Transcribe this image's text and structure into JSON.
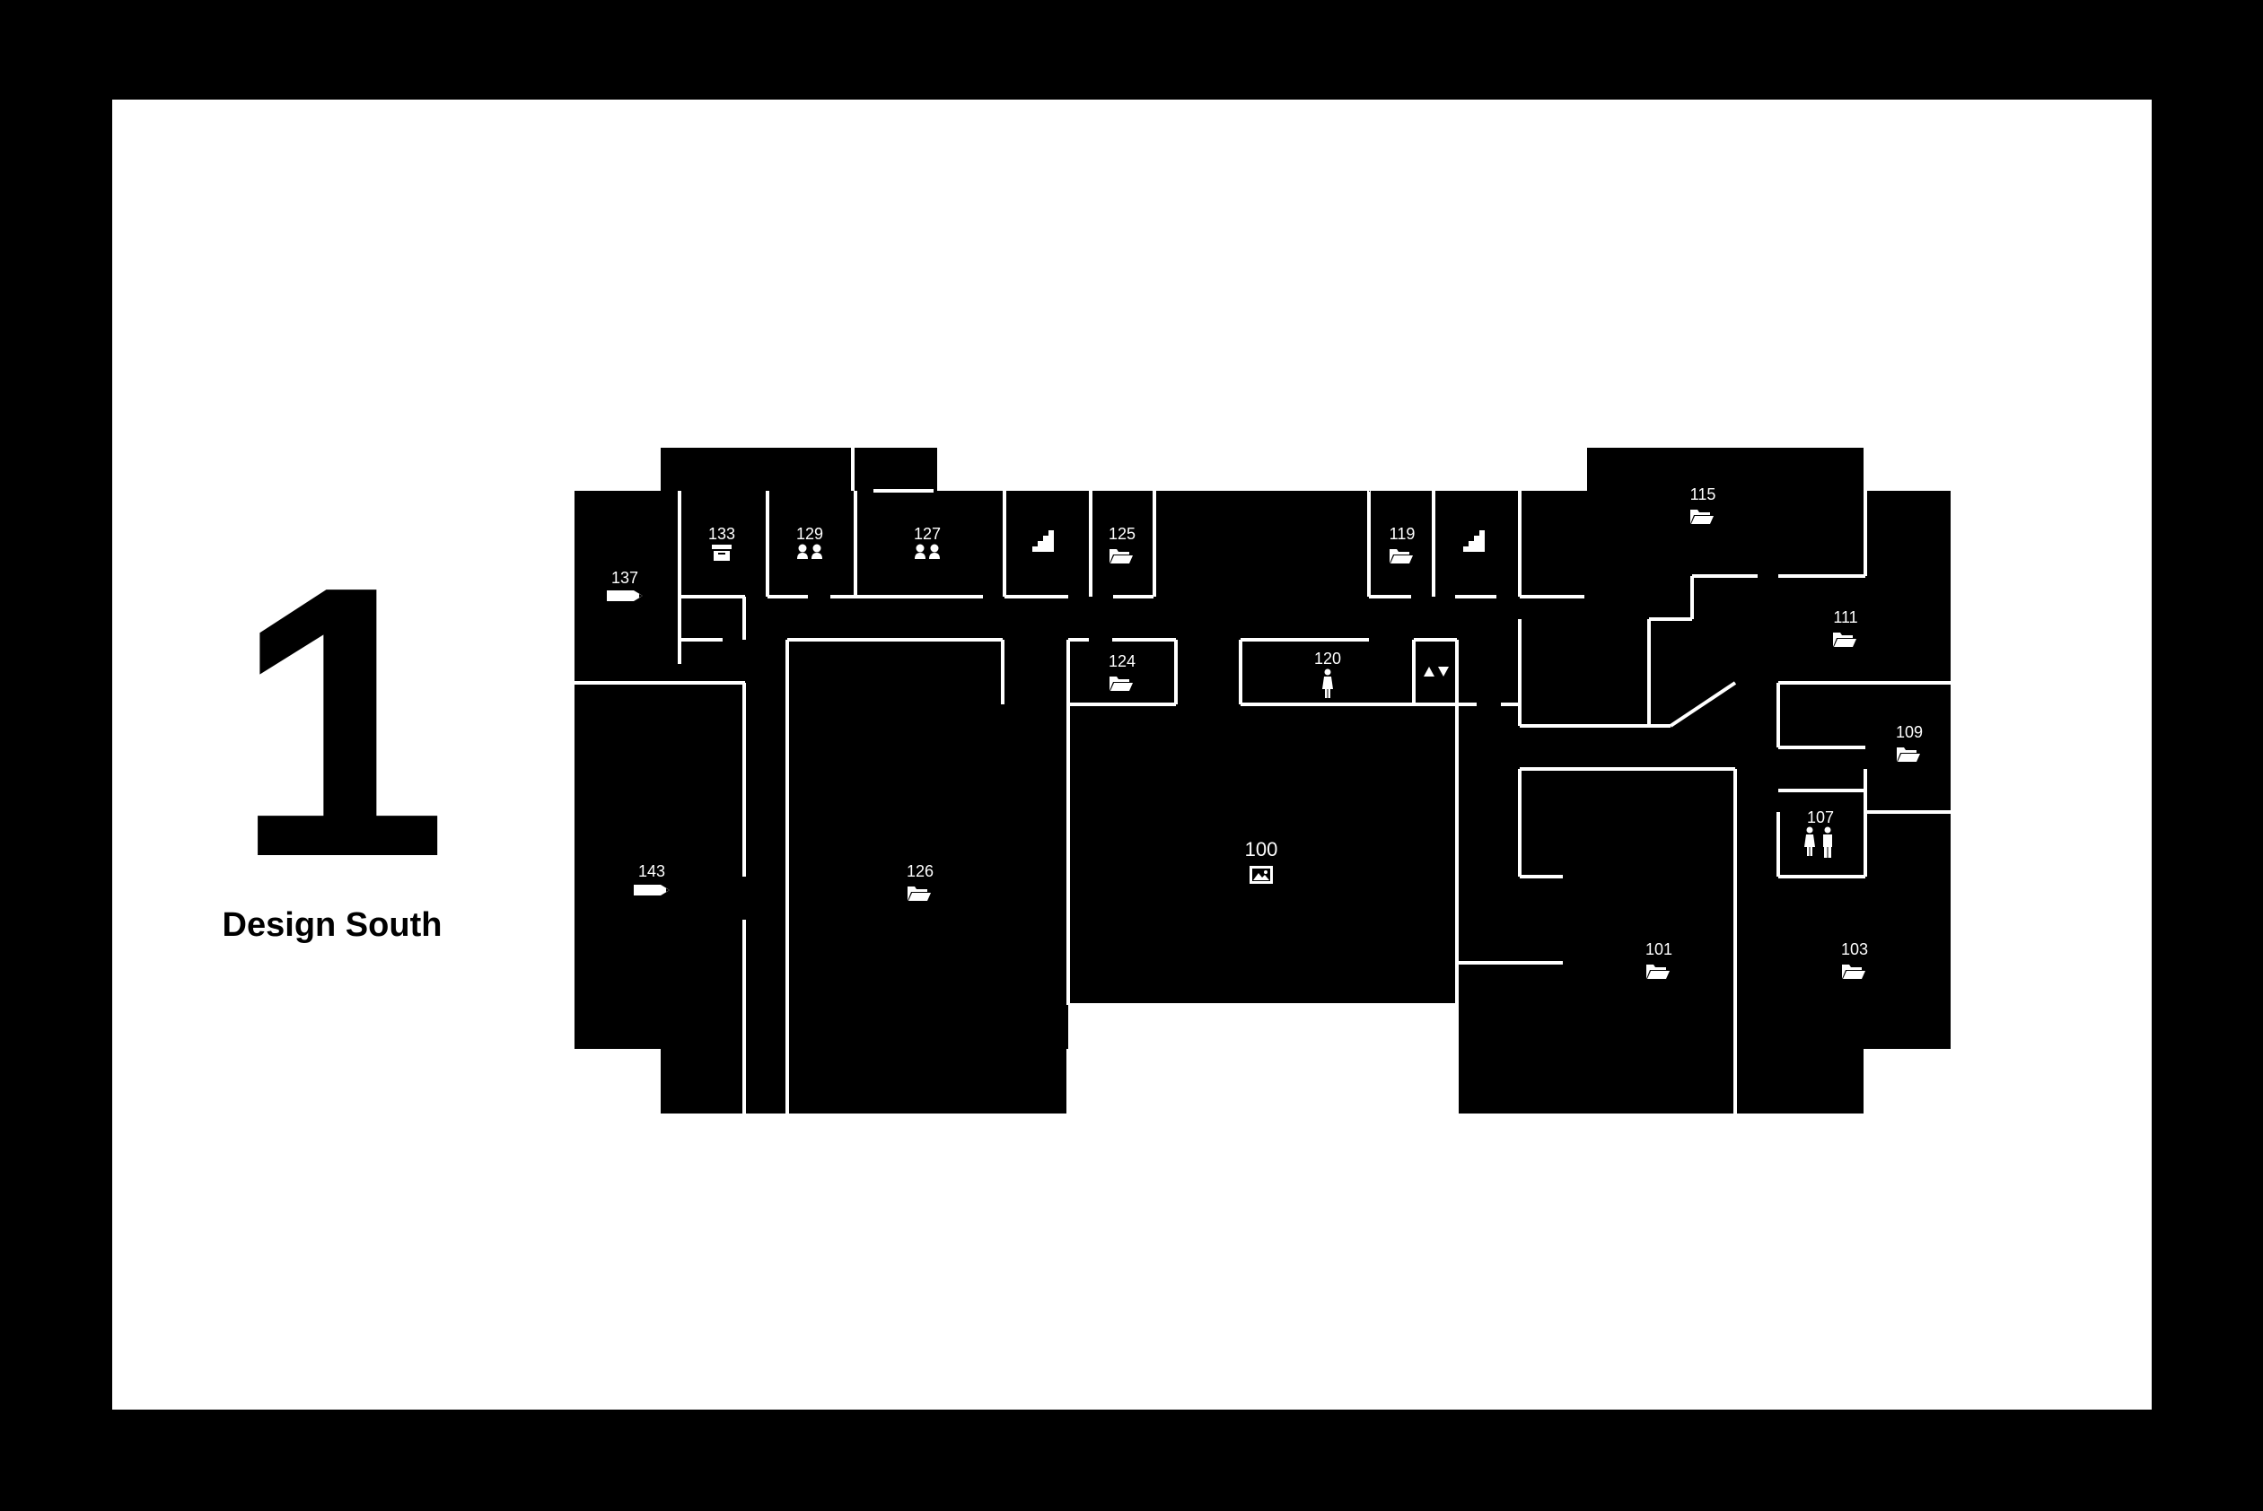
{
  "sign": {
    "floor_number": "1",
    "building_name": "Design South"
  },
  "rooms": {
    "r100": {
      "number": "100",
      "icon": "gallery-icon"
    },
    "r101": {
      "number": "101",
      "icon": "folder-icon"
    },
    "r103": {
      "number": "103",
      "icon": "folder-icon"
    },
    "r107": {
      "number": "107",
      "icon": "restroom-icon"
    },
    "r109": {
      "number": "109",
      "icon": "folder-icon"
    },
    "r111": {
      "number": "111",
      "icon": "folder-icon"
    },
    "r115": {
      "number": "115",
      "icon": "folder-icon"
    },
    "r119": {
      "number": "119",
      "icon": "folder-icon"
    },
    "r120": {
      "number": "120",
      "icon": "womens-restroom-icon"
    },
    "r124": {
      "number": "124",
      "icon": "folder-icon"
    },
    "r125": {
      "number": "125",
      "icon": "folder-icon"
    },
    "r126": {
      "number": "126",
      "icon": "folder-icon"
    },
    "r127": {
      "number": "127",
      "icon": "meeting-icon"
    },
    "r129": {
      "number": "129",
      "icon": "meeting-icon"
    },
    "r133": {
      "number": "133",
      "icon": "storage-icon"
    },
    "r137": {
      "number": "137",
      "icon": "pencil-icon"
    },
    "r143": {
      "number": "143",
      "icon": "pencil-icon"
    }
  },
  "colors": {
    "background": "#000000",
    "panel": "#ffffff",
    "floor": "#000000",
    "walls": "#ffffff"
  }
}
